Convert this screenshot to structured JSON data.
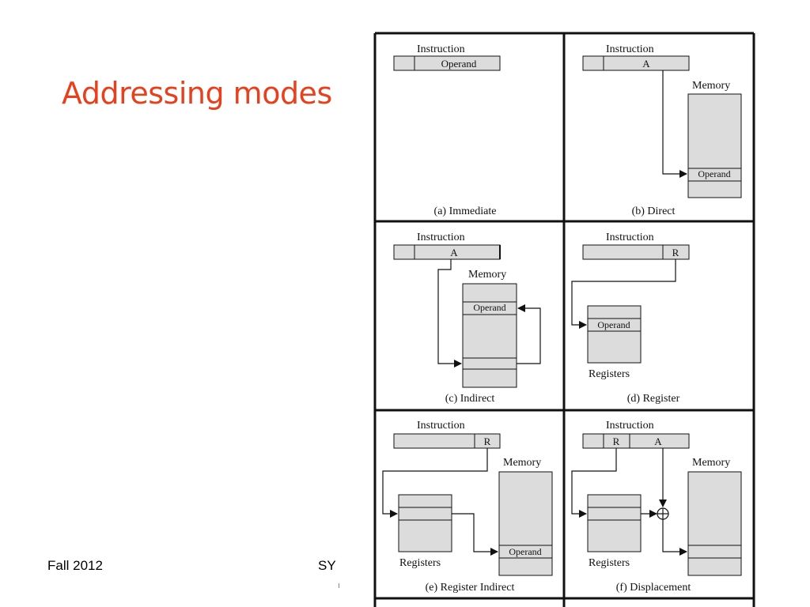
{
  "slide": {
    "title": "Addressing modes",
    "footer_left": "Fall 2012",
    "footer_center": "SY"
  },
  "diagram": {
    "colors": {
      "box_fill": "#dcdcdc",
      "line": "#111111",
      "title_accent": "#e8401c"
    },
    "common": {
      "instruction": "Instruction",
      "memory": "Memory",
      "registers": "Registers",
      "operand": "Operand",
      "field_a": "A",
      "field_r": "R"
    },
    "panels": [
      {
        "key": "immediate",
        "caption": "(a) Immediate"
      },
      {
        "key": "direct",
        "caption": "(b) Direct"
      },
      {
        "key": "indirect",
        "caption": "(c) Indirect"
      },
      {
        "key": "register",
        "caption": "(d) Register"
      },
      {
        "key": "register_indirect",
        "caption": "(e) Register Indirect"
      },
      {
        "key": "displacement",
        "caption": "(f) Displacement"
      }
    ],
    "adder_symbol": "⊕"
  }
}
